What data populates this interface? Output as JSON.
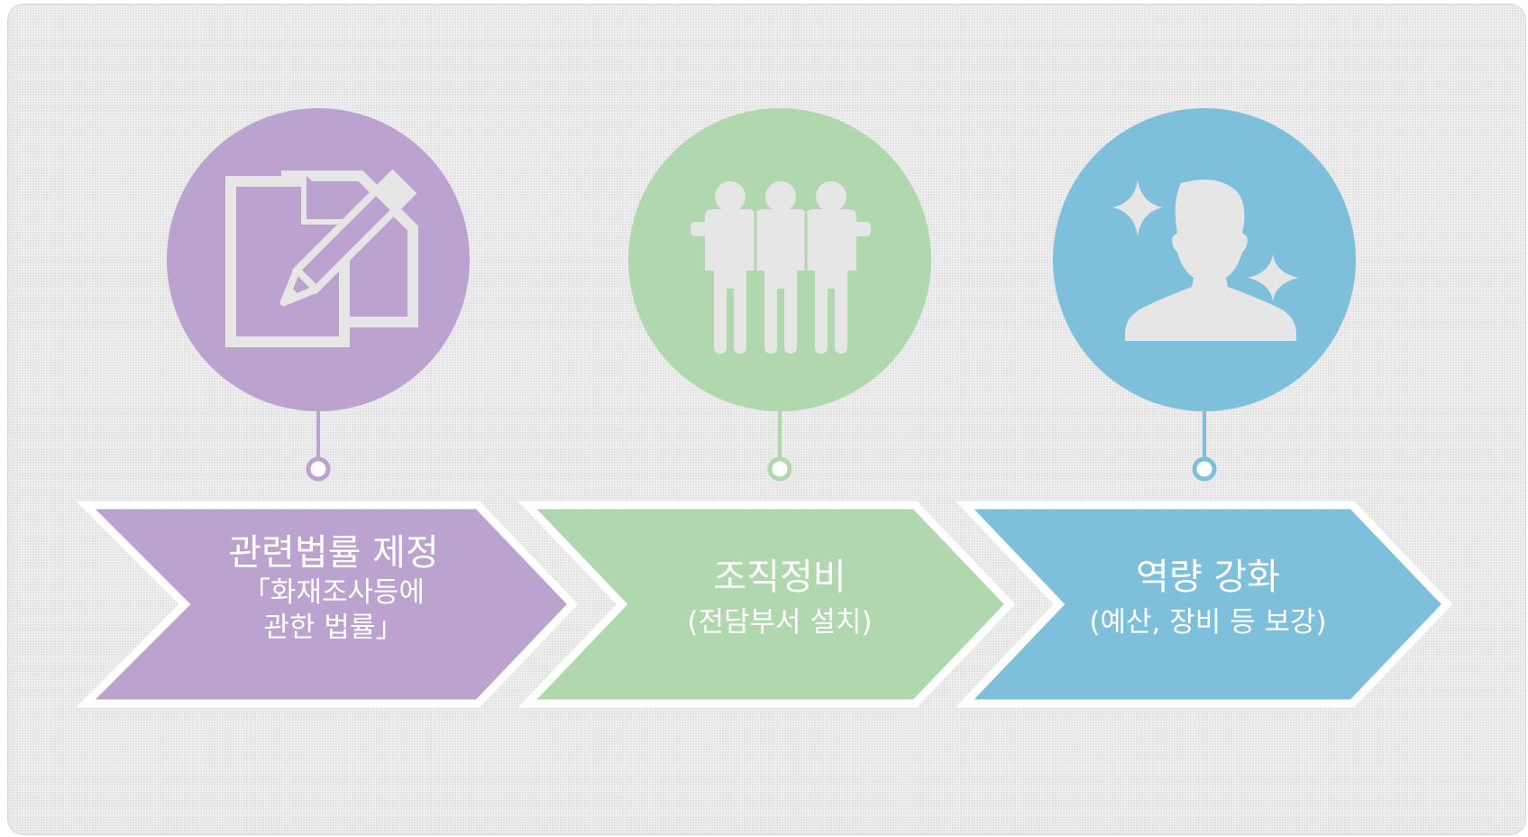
{
  "colors": {
    "background": "#e3e3e3",
    "purple": "#bba2cf",
    "green": "#b1d7ae",
    "blue": "#7ebfdc",
    "icon_fill": "#e6e6e6",
    "arrow_border": "#ffffff"
  },
  "steps": [
    {
      "icon": "document-pencil-icon",
      "color": "#bba2cf",
      "title": "관련법률 제정",
      "subtitle_line1": "「화재조사등에",
      "subtitle_line2": "관한 법률」"
    },
    {
      "icon": "people-group-icon",
      "color": "#b1d7ae",
      "title": "조직정비",
      "subtitle_line1": "(전담부서 설치)",
      "subtitle_line2": ""
    },
    {
      "icon": "person-sparkle-icon",
      "color": "#7ebfdc",
      "title": "역량 강화",
      "subtitle_line1": "(예산, 장비 등 보강)",
      "subtitle_line2": ""
    }
  ]
}
